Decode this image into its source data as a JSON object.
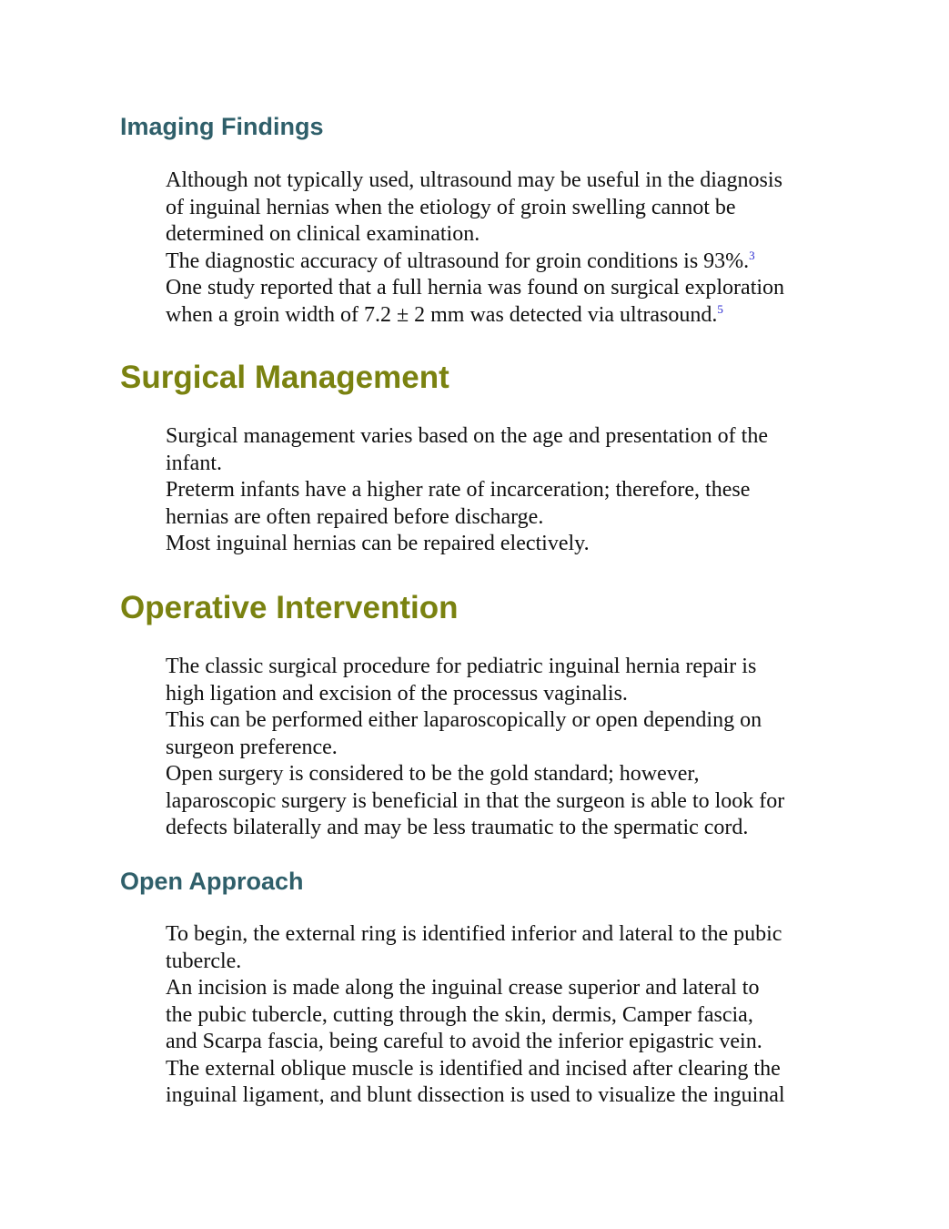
{
  "sections": [
    {
      "heading": "Imaging Findings",
      "lines": [
        "Although not typically used, ultrasound may be useful in the diagnosis",
        "of inguinal hernias when the etiology of groin swelling cannot be",
        "determined on clinical examination.",
        "The diagnostic accuracy of ultrasound for groin conditions is 93%.",
        "One study reported that a full hernia was found on surgical exploration",
        "when a groin width of 7.2 ± 2 mm was detected via ultrasound."
      ],
      "refs": [
        "3",
        "5"
      ]
    },
    {
      "heading": "Surgical Management",
      "lines": [
        "Surgical management varies based on the age and presentation of the",
        "infant.",
        "Preterm infants have a higher rate of incarceration; therefore, these",
        "hernias are often repaired before discharge.",
        "Most inguinal hernias can be repaired electively."
      ]
    },
    {
      "heading": "Operative Intervention",
      "lines": [
        "The classic surgical procedure for pediatric inguinal hernia repair is",
        "high ligation and excision of the processus vaginalis.",
        "This can be performed either laparoscopically or open depending on",
        "surgeon preference.",
        "Open surgery is considered to be the gold standard; however,",
        "laparoscopic surgery is beneficial in that the surgeon is able to look for",
        "defects bilaterally and may be less traumatic to the spermatic cord."
      ]
    },
    {
      "heading": "Open Approach",
      "lines": [
        "To begin, the external ring is identified inferior and lateral to the pubic",
        "tubercle.",
        "An incision is made along the inguinal crease superior and lateral to",
        "the pubic tubercle, cutting through the skin, dermis, Camper fascia,",
        "and Scarpa fascia, being careful to avoid the inferior epigastric vein.",
        "The external oblique muscle is identified and incised after clearing the",
        "inguinal ligament, and blunt dissection is used to visualize the inguinal"
      ]
    }
  ]
}
